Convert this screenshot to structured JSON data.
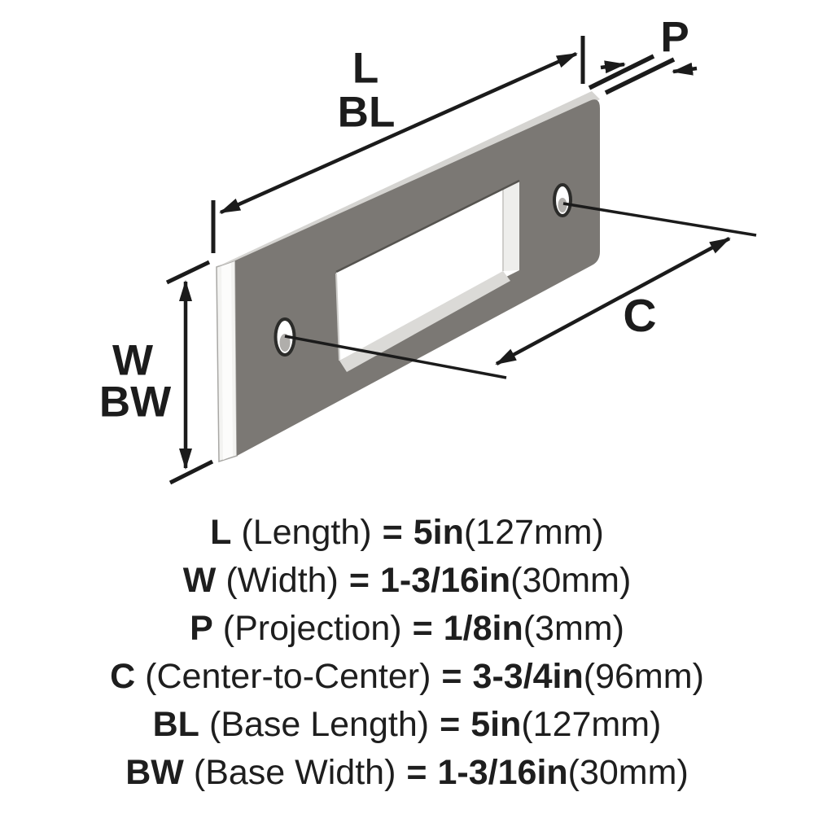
{
  "colors": {
    "background": "#ffffff",
    "plate_face": "#7b7874",
    "plate_top": "#d5d4d1",
    "plate_side": "#f3f3f1",
    "plate_side_highlight": "#fcfcfb",
    "inner_wall": "#eeeeec",
    "inner_band": "#dbdad7",
    "hole_shade": "#b0aeab",
    "line": "#1b1b1b",
    "text": "#1e1e1e"
  },
  "diagram": {
    "labels": {
      "length": "L",
      "base_length": "BL",
      "projection": "P",
      "width": "W",
      "base_width": "BW",
      "center_to_center": "C"
    }
  },
  "legend": {
    "rows": [
      {
        "code": "L",
        "name": "(Length)",
        "eq": "=",
        "value": "5in",
        "metric": "(127mm)"
      },
      {
        "code": "W",
        "name": "(Width)",
        "eq": "=",
        "value": "1-3/16in",
        "metric": "(30mm)"
      },
      {
        "code": "P",
        "name": "(Projection)",
        "eq": "=",
        "value": "1/8in",
        "metric": "(3mm)"
      },
      {
        "code": "C",
        "name": "(Center-to-Center)",
        "eq": "=",
        "value": "3-3/4in",
        "metric": "(96mm)"
      },
      {
        "code": "BL",
        "name": "(Base Length)",
        "eq": "=",
        "value": "5in",
        "metric": "(127mm)"
      },
      {
        "code": "BW",
        "name": "(Base Width)",
        "eq": "=",
        "value": "1-3/16in",
        "metric": "(30mm)"
      }
    ]
  }
}
